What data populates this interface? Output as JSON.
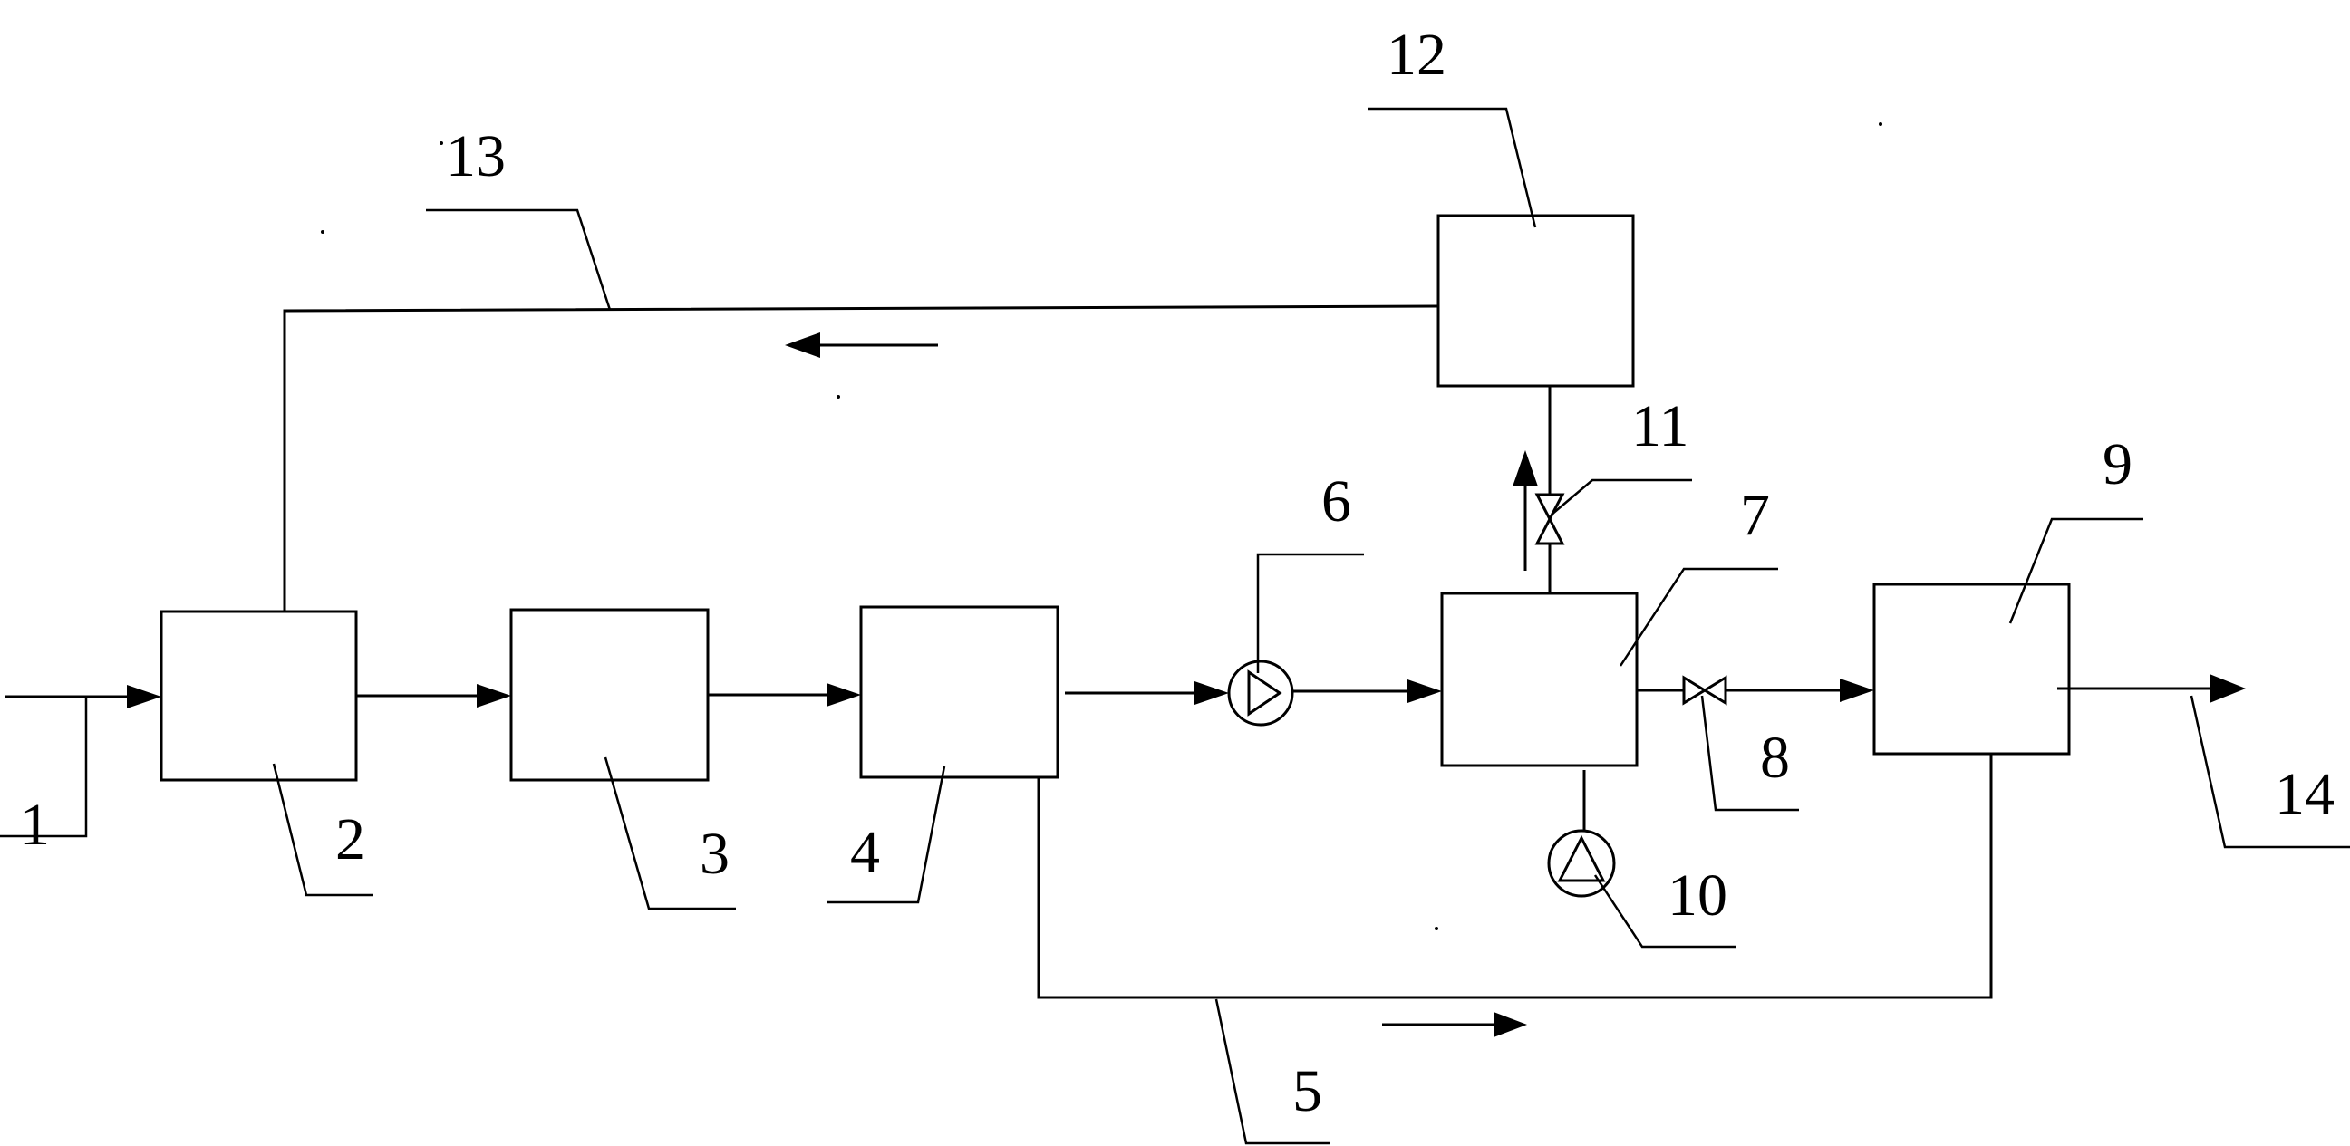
{
  "diagram": {
    "labels": {
      "l1": "1",
      "l2": "2",
      "l3": "3",
      "l4": "4",
      "l5": "5",
      "l6": "6",
      "l7": "7",
      "l8": "8",
      "l9": "9",
      "l10": "10",
      "l11": "11",
      "l12": "12",
      "l13": "13",
      "l14": "14"
    }
  }
}
